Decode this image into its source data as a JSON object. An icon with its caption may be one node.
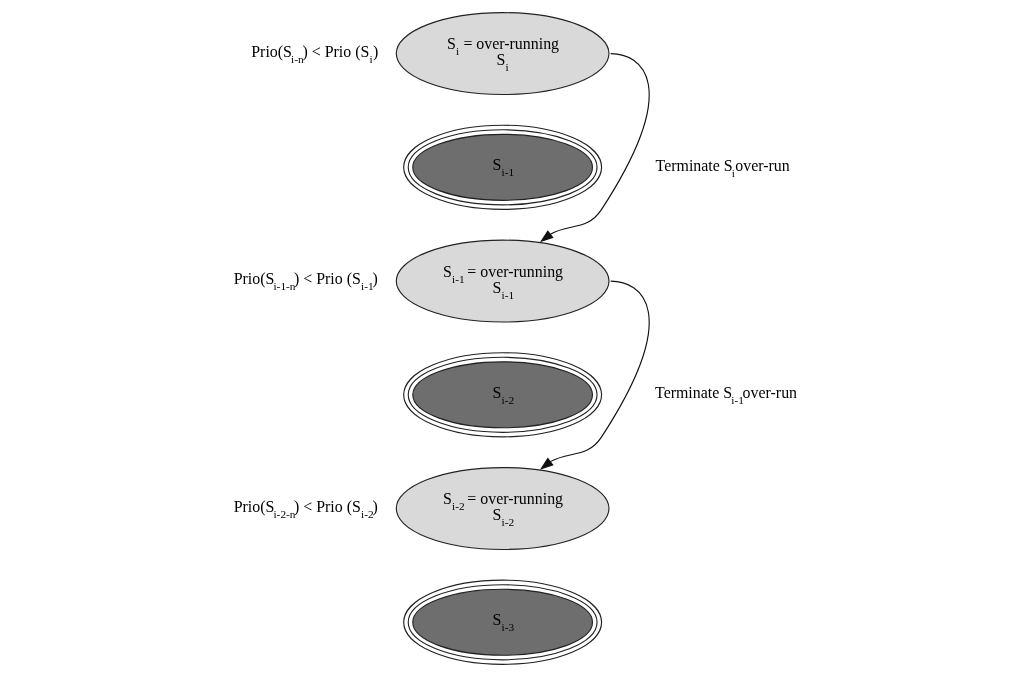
{
  "diagram": {
    "nodes": [
      {
        "text": [
          "S$_{i}$ = over-running",
          "S$_{i}$"
        ],
        "beside": [
          "Prio(S$_{i-n}$) < Prio (S$_{i}$)"
        ]
      },
      {
        "text": [
          "S$_{i-1}$"
        ]
      },
      {
        "text": [
          "S$_{i-1}$ = over-running",
          "S$_{i-1}$"
        ],
        "beside": [
          "Prio(S$_{i-1-n}$) < Prio (S$_{i-1}$)"
        ]
      },
      {
        "text": [
          "S$_{i-2}$"
        ]
      },
      {
        "text": [
          "S$_{i-2}$ = over-running",
          "S$_{i-2}$"
        ],
        "beside": [
          "Prio(S$_{i-2-n}$) < Prio (S$_{i-2}$)"
        ]
      },
      {
        "text": [
          "S$_{i-3}$"
        ]
      }
    ],
    "edges": [
      {
        "from": 0,
        "to": 2,
        "arrow": "to",
        "label": "Terminate S$_{i}$over-run"
      },
      {
        "from": 2,
        "to": 4,
        "arrow": "to",
        "label": "Terminate S$_{i-1}$over-run"
      }
    ]
  }
}
